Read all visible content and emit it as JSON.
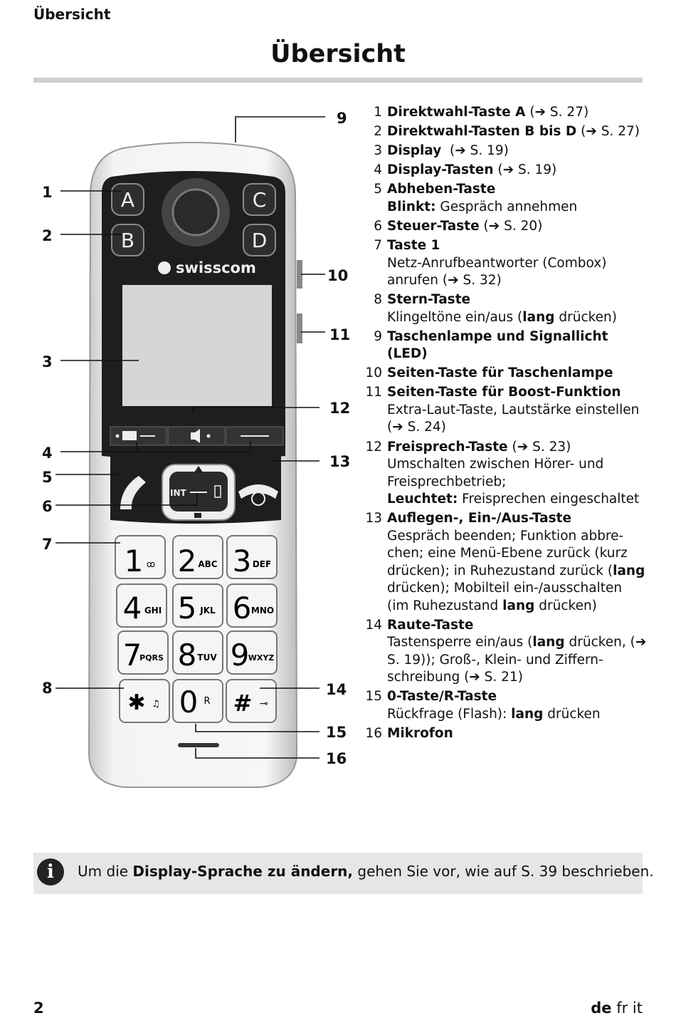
{
  "header": {
    "running_title": "Übersicht",
    "title": "Übersicht"
  },
  "phone": {
    "brand": "swisscom",
    "keys": {
      "a": "A",
      "b": "B",
      "c": "C",
      "d": "D",
      "int": "INT",
      "k1": "1",
      "k1_sub": "ꝏ",
      "k2": "2",
      "k2_sub": "ABC",
      "k3": "3",
      "k3_sub": "DEF",
      "k4": "4",
      "k4_sub": "GHI",
      "k5": "5",
      "k5_sub": "JKL",
      "k6": "6",
      "k6_sub": "MNO",
      "k7": "7",
      "k7_sub": "PQRS",
      "k8": "8",
      "k8_sub": "TUV",
      "k9": "9",
      "k9_sub": "WXYZ",
      "kstar": "✱",
      "kstar_sub": "♫",
      "k0": "0",
      "k0_sub": "R",
      "khash": "#",
      "khash_sub": "⊸"
    },
    "callouts": [
      "1",
      "2",
      "3",
      "4",
      "5",
      "6",
      "7",
      "8",
      "9",
      "10",
      "11",
      "12",
      "13",
      "14",
      "15",
      "16"
    ]
  },
  "legend": [
    {
      "num": "1",
      "title": "Direktwahl-Taste A",
      "ref": " (➔ S. 27)"
    },
    {
      "num": "2",
      "title": "Direktwahl-Tasten B bis D",
      "ref": " (➔ S. 27)"
    },
    {
      "num": "3",
      "title": "Display",
      "ref": "  (➔ S. 19)"
    },
    {
      "num": "4",
      "title": "Display-Tasten",
      "ref": " (➔ S. 19)"
    },
    {
      "num": "5",
      "title": "Abheben-Taste",
      "bold2": "Blinkt:",
      "desc2": " Gespräch annehmen"
    },
    {
      "num": "6",
      "title": "Steuer-Taste",
      "ref": " (➔ S. 20)"
    },
    {
      "num": "7",
      "title": "Taste 1",
      "desc": "Netz-Anrufbeantworter (Combox) anrufen (➔ S. 32)"
    },
    {
      "num": "8",
      "title": "Stern-Taste",
      "desc_a": "Klingeltöne ein/aus (",
      "desc_b": "lang",
      "desc_c": " drücken)"
    },
    {
      "num": "9",
      "title": "Taschenlampe und Signallicht (LED)"
    },
    {
      "num": "10",
      "title": "Seiten-Taste für Taschenlampe"
    },
    {
      "num": "11",
      "title": "Seiten-Taste für Boost-Funktion",
      "desc": "Extra-Laut-Taste, Lautstärke einstellen (➔ S. 24)"
    },
    {
      "num": "12",
      "title": "Freisprech-Taste",
      "ref": " (➔ S. 23)",
      "desc": "Umschalten zwischen Hörer- und Freisprechbetrieb;",
      "bold2": "Leuchtet:",
      "desc2": " Freisprechen eingeschaltet"
    },
    {
      "num": "13",
      "title": "Auflegen-, Ein-/Aus-Taste",
      "desc_a": "Gespräch beenden; Funktion abbre-chen; eine Menü-Ebene zurück (kurz drücken); in Ruhezustand zurück (",
      "desc_b": "lang",
      "desc_c": " drücken); Mobilteil ein-/ausschalten (im Ruhezustand ",
      "desc_d": "lang",
      "desc_e": " drücken)"
    },
    {
      "num": "14",
      "title": "Raute-Taste",
      "desc_a": "Tastensperre ein/aus (",
      "desc_b": "lang",
      "desc_c": " drücken, (➔ S. 19)); Groß-, Klein- und Ziffern-schreibung (➔ S. 21)"
    },
    {
      "num": "15",
      "title": "0-Taste/R-Taste",
      "desc_a": "Rückfrage (Flash): ",
      "desc_b": "lang",
      "desc_c": " drücken"
    },
    {
      "num": "16",
      "title": "Mikrofon"
    }
  ],
  "info": {
    "icon": "info-icon",
    "pre": "Um die ",
    "bold": "Display-Sprache zu ändern,",
    "post": " gehen Sie vor, wie auf S. 39 beschrieben."
  },
  "footer": {
    "page_number": "2",
    "lang_current": "de",
    "lang_others": " fr it"
  },
  "colors": {
    "phone_body": "#dcdcdc",
    "keypad_panel": "#1e1e1e",
    "display": "#d6d6d6",
    "info_bg": "#e6e6e6",
    "rule": "#cfcfcf"
  }
}
